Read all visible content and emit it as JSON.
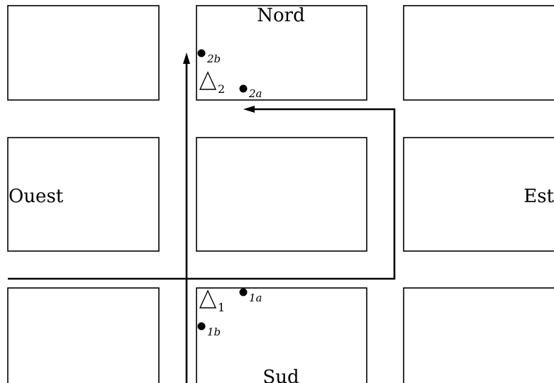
{
  "directions": {
    "north": "Nord",
    "south": "Sud",
    "west": "Ouest",
    "east": "Est"
  },
  "markers": {
    "m1": "1",
    "m2": "2"
  },
  "points": {
    "p1a": "1a",
    "p1b": "1b",
    "p2a": "2a",
    "p2b": "2b"
  }
}
